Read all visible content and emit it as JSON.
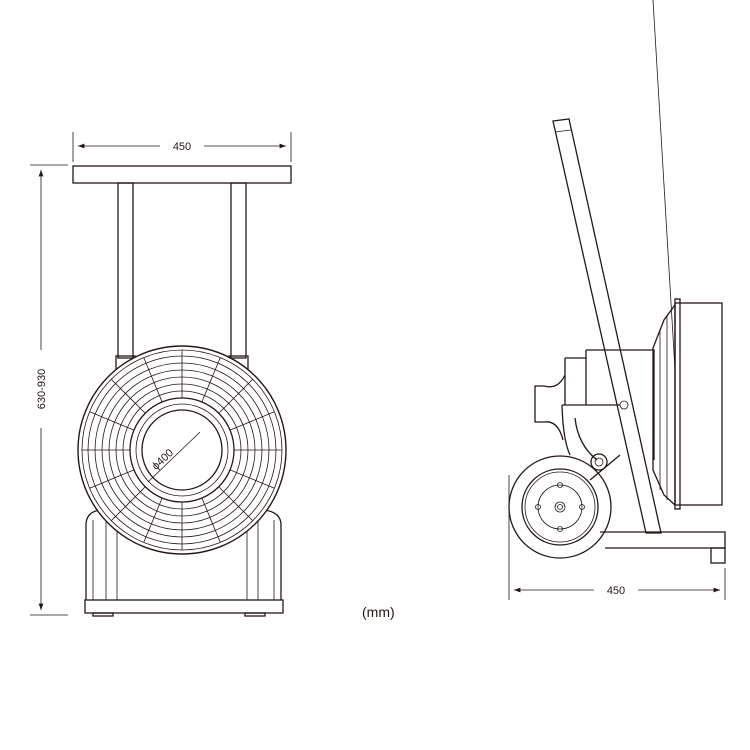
{
  "front_view": {
    "width_dim": "450",
    "height_dim": "630-930",
    "diameter_dim": "ϕ400"
  },
  "side_view": {
    "width_dim": "450"
  },
  "units": "(mm)",
  "colors": {
    "line": "#231815",
    "background": "#ffffff"
  }
}
